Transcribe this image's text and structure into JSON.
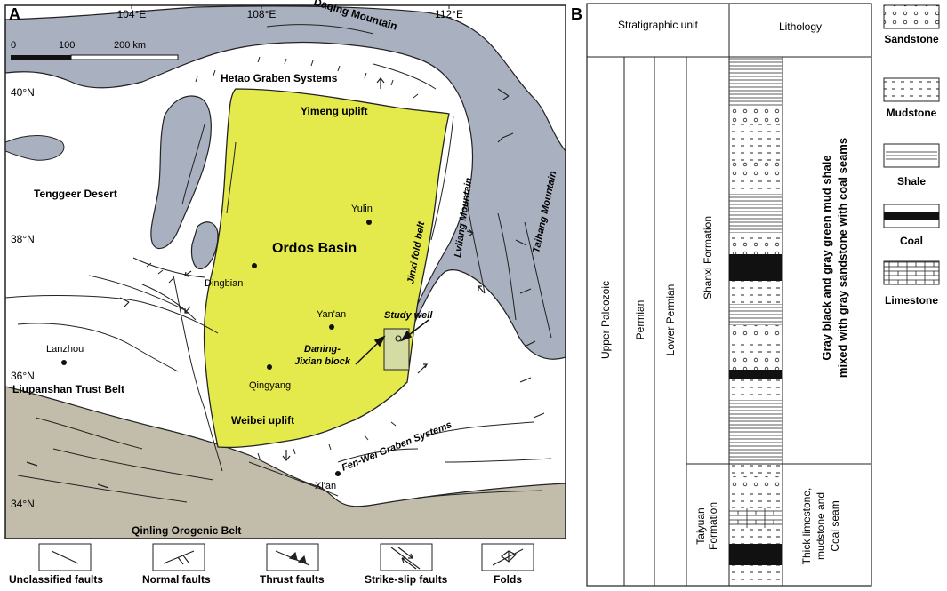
{
  "panel_a": {
    "letter": "A",
    "lon_labels": [
      "104°E",
      "108°E",
      "112°E"
    ],
    "lat_labels": [
      "40°N",
      "38°N",
      "36°N",
      "34°N"
    ],
    "scale": {
      "v0": "0",
      "v1": "100",
      "v2": "200 km"
    },
    "places": {
      "daqing": "Daqing Mountain",
      "hetao": "Hetao Graben Systems",
      "yimeng": "Yimeng uplift",
      "tenggeer": "Tenggeer Desert",
      "yulin": "Yulin",
      "ordos": "Ordos Basin",
      "jinxi": "Jinxi fold belt",
      "lvliang": "Lvliang Mountain",
      "taihang": "Taihang Mountain",
      "dingbian": "Dingbian",
      "yanan": "Yan'an",
      "study_well": "Study well",
      "daning1": "Daning-",
      "daning2": "Jixian block",
      "lanzhou": "Lanzhou",
      "qingyang": "Qingyang",
      "liupanshan": "Liupanshan Trust Belt",
      "weibei": "Weibei uplift",
      "fenwei": "Fen-Wei Graben Systems",
      "xian": "Xi'an",
      "qinling": "Qinling Orogenic Belt"
    },
    "legend": [
      {
        "key": "unclassified",
        "label": "Unclassified faults"
      },
      {
        "key": "normal",
        "label": "Normal faults"
      },
      {
        "key": "thrust",
        "label": "Thrust faults"
      },
      {
        "key": "strike",
        "label": "Strike-slip faults"
      },
      {
        "key": "folds",
        "label": "Folds"
      }
    ],
    "colors": {
      "basin": "#e4e94c",
      "mountain": "#a9b0bf",
      "orogen": "#c2bdaa",
      "block": "#d4dba3"
    }
  },
  "panel_b": {
    "letter": "B",
    "header_strat": "Stratigraphic unit",
    "header_lith": "Lithology",
    "upper_paleozoic": "Upper Paleozoic",
    "permian": "Permian",
    "lower_permian": "Lower Permian",
    "shanxi": "Shanxi Formation",
    "taiyuan1": "Taiyuan",
    "taiyuan2": "Formation",
    "desc_shanxi1": "Gray black and gray green mud shale",
    "desc_shanxi2": "mixed with gray sandstone with coal seams",
    "desc_taiyuan1": "Thick limestone,",
    "desc_taiyuan2": "mudstone and",
    "desc_taiyuan3": "Coal seam",
    "legend": [
      {
        "key": "sandstone",
        "label": "Sandstone"
      },
      {
        "key": "mudstone",
        "label": "Mudstone"
      },
      {
        "key": "shale",
        "label": "Shale"
      },
      {
        "key": "coal",
        "label": "Coal"
      },
      {
        "key": "limestone",
        "label": "Limestone"
      }
    ]
  }
}
